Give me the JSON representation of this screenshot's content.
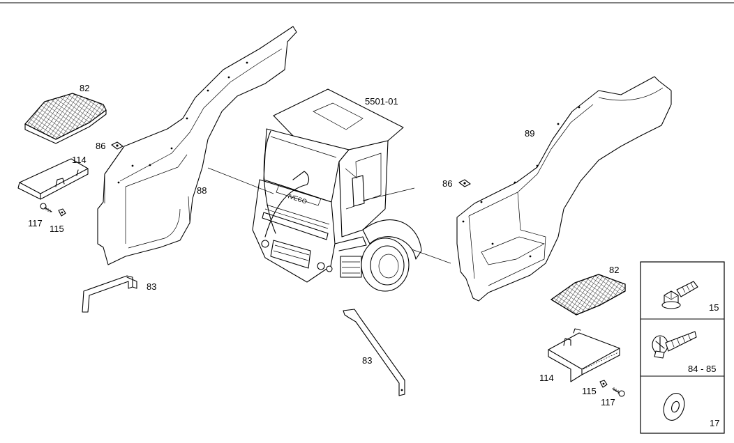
{
  "diagram": {
    "view_code": "5501-01",
    "callouts": {
      "mat_left": "82",
      "mat_right": "82",
      "shield_left": "114",
      "shield_right": "114",
      "clip_left": "86",
      "clip_right": "86",
      "screw_left": "117",
      "screw_right": "117",
      "washer_left": "115",
      "washer_right": "115",
      "fender_left": "88",
      "fender_right": "89",
      "bracket_left": "83",
      "bracket_right": "83"
    },
    "legend": [
      {
        "id": "bolt",
        "label": "15"
      },
      {
        "id": "screw",
        "label": "84 - 85"
      },
      {
        "id": "washer",
        "label": "17"
      }
    ]
  }
}
